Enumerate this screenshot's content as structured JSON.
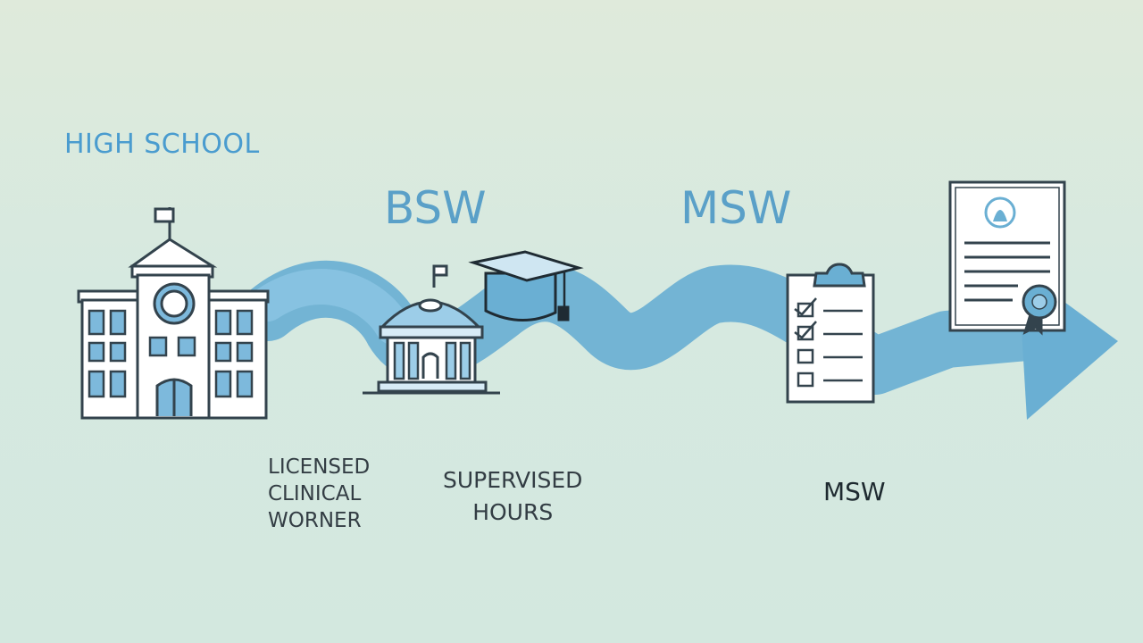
{
  "labels": {
    "high_school": "HIGH SCHOOL",
    "bsw": "BSW",
    "msw_top": "MSW",
    "licensed_lines": [
      "LICENSED",
      "CLINICAL",
      "WORNER"
    ],
    "supervised_lines": [
      "SUPERVISED",
      "HOURS"
    ],
    "msw_bottom": "MSW"
  },
  "icons": [
    "high-school-building-icon",
    "university-building-icon",
    "graduation-cap-icon",
    "checklist-clipboard-icon",
    "license-certificate-icon",
    "pathway-arrow"
  ],
  "colors": {
    "background": "#d8e9df",
    "path": "#6aafd3",
    "path_light": "#8cc6e3",
    "outline": "#33434d",
    "label_blue": "#5aa0c8",
    "label_dark": "#333d44"
  }
}
